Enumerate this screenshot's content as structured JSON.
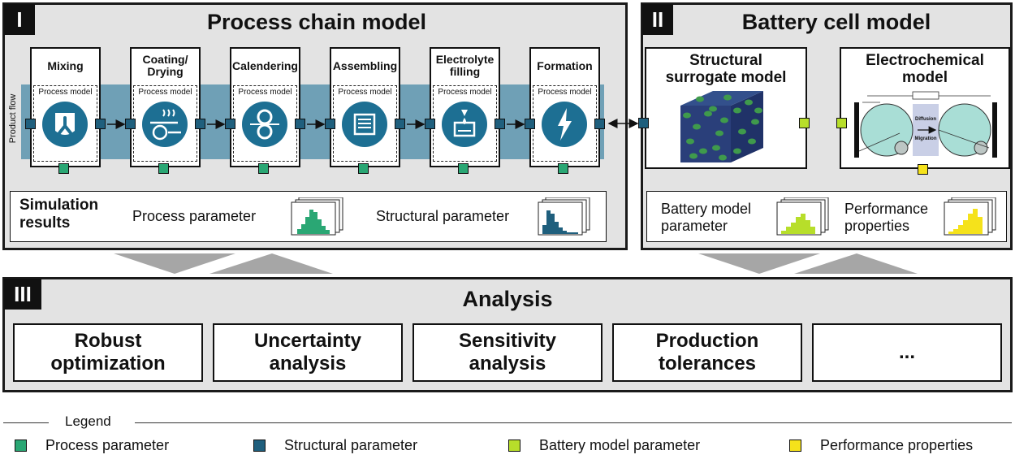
{
  "panel_I": {
    "numeral": "I",
    "title": "Process chain model",
    "product_flow_label": "Product flow",
    "process_model_label": "Process model",
    "steps": [
      "Mixing",
      "Coating/\nDrying",
      "Calendering",
      "Assembling",
      "Electrolyte\nfilling",
      "Formation"
    ],
    "simulation_results_label": "Simulation\nresults",
    "process_parameter_label": "Process parameter",
    "structural_parameter_label": "Structural parameter"
  },
  "panel_II": {
    "numeral": "II",
    "title": "Battery cell model",
    "structural_model": "Structural\nsurrogate model",
    "electrochemical_model": "Electrochemical\nmodel",
    "diffusion_label": "Diffusion",
    "migration_label": "Migration",
    "battery_model_parameter_label": "Battery model\nparameter",
    "performance_properties_label": "Performance\nproperties"
  },
  "panel_III": {
    "numeral": "III",
    "title": "Analysis",
    "boxes": [
      "Robust\noptimization",
      "Uncertainty\nanalysis",
      "Sensitivity\nanalysis",
      "Production\ntolerances",
      "..."
    ]
  },
  "legend": {
    "title": "Legend",
    "items": [
      {
        "label": "Process parameter",
        "color": "#2aa774"
      },
      {
        "label": "Structural parameter",
        "color": "#1f5f7d"
      },
      {
        "label": "Battery model parameter",
        "color": "#b7de2a"
      },
      {
        "label": "Performance properties",
        "color": "#f5e21b"
      }
    ]
  },
  "colors": {
    "process_green": "#2aa774",
    "structural_blue": "#1f5f7d",
    "battery_lime": "#b7de2a",
    "performance_yellow": "#f5e21b",
    "icon_blue": "#1d6f93",
    "flow_band": "#6fa0b6"
  }
}
